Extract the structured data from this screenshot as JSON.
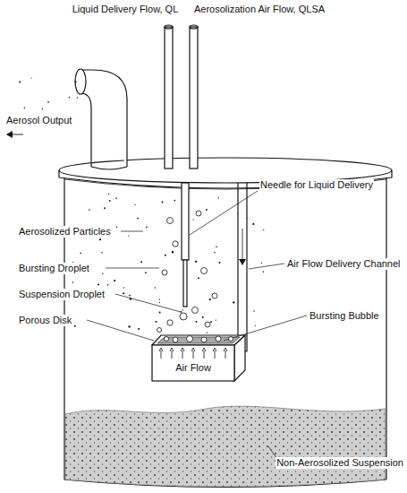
{
  "diagram": {
    "nodes": [
      {
        "text": [
          "Air Flow"
        ]
      }
    ],
    "labels": [
      "Liquid Delivery Flow, QL",
      "Aerosolization Air Flow, QLSA",
      "Aerosol Output",
      "Aerosolized Particles",
      "Bursting Droplet",
      "Suspension Droplet",
      "Porous Disk",
      "Needle for Liquid Delivery",
      "Air Flow Delivery Channel",
      "Bursting Bubble",
      "Non-Aerosolized Suspension"
    ]
  }
}
